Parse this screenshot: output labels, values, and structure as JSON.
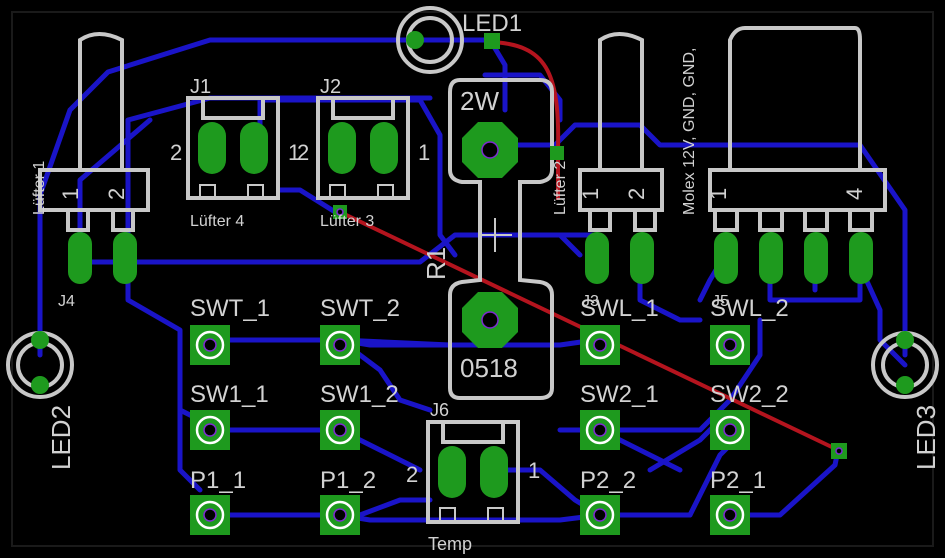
{
  "colors": {
    "background": "#000000",
    "copper_bottom": "#1a14c8",
    "airwire": "#b4141e",
    "pad": "#1e9a1e",
    "silkscreen": "#c8c8c8"
  },
  "labels": {
    "led1": "LED1",
    "led2": "LED2",
    "led3": "LED3",
    "j1": "J1",
    "j2": "J2",
    "j4": "J4",
    "j5": "J5",
    "j3": "J3",
    "j6": "J6",
    "r1": "R1",
    "r1_value": "0518",
    "r1_power": "2W",
    "luefter1": "Lüfter 1",
    "luefter2": "Lüfter 2",
    "luefter3": "Lüfter 3",
    "luefter4": "Lüfter 4",
    "molex": "Molex 12V, GND, GND,",
    "temp": "Temp",
    "swt1": "SWT_1",
    "swt2": "SWT_2",
    "sw1_1": "SW1_1",
    "sw1_2": "SW1_2",
    "swl1": "SWL_1",
    "swl2": "SWL_2",
    "sw2_1": "SW2_1",
    "sw2_2": "SW2_2",
    "p1_1": "P1_1",
    "p1_2": "P1_2",
    "p2_1": "P2_1",
    "p2_2": "P2_2",
    "pin1": "1",
    "pin2": "2",
    "pin4": "4"
  }
}
